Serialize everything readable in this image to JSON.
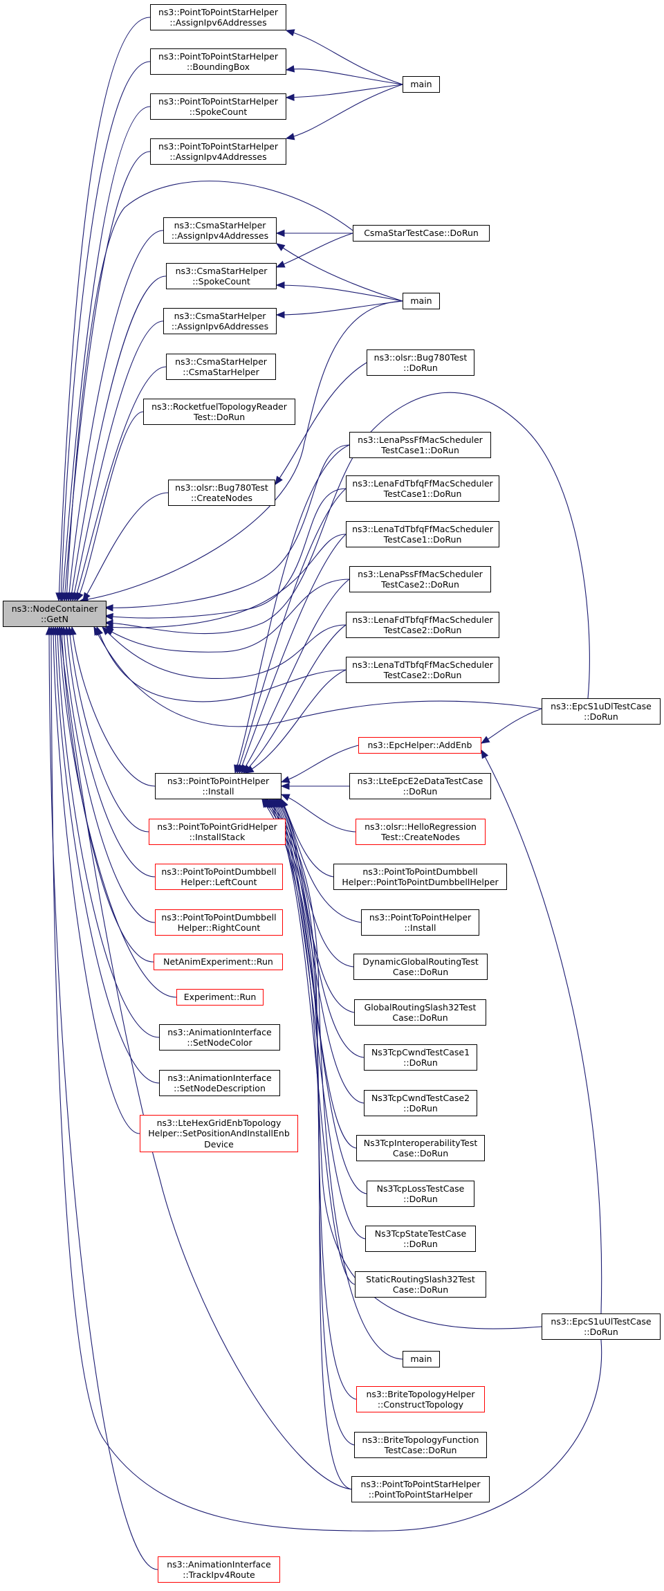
{
  "colors": {
    "edge": "#191970",
    "box_border": "#000000",
    "box_border_incomplete": "#ff0000",
    "root_fill": "#bfbfbf"
  },
  "nodes": [
    {
      "id": "getn",
      "lines": [
        "ns3::NodeContainer",
        "::GetN"
      ],
      "style": "root"
    },
    {
      "id": "p2pstar_ipv6",
      "lines": [
        "ns3::PointToPointStarHelper",
        "::AssignIpv6Addresses"
      ]
    },
    {
      "id": "p2pstar_bbox",
      "lines": [
        "ns3::PointToPointStarHelper",
        "::BoundingBox"
      ]
    },
    {
      "id": "p2pstar_spoke",
      "lines": [
        "ns3::PointToPointStarHelper",
        "::SpokeCount"
      ]
    },
    {
      "id": "p2pstar_ipv4",
      "lines": [
        "ns3::PointToPointStarHelper",
        "::AssignIpv4Addresses"
      ]
    },
    {
      "id": "csma_ipv4",
      "lines": [
        "ns3::CsmaStarHelper",
        "::AssignIpv4Addresses"
      ]
    },
    {
      "id": "csma_spoke",
      "lines": [
        "ns3::CsmaStarHelper",
        "::SpokeCount"
      ]
    },
    {
      "id": "csma_ipv6",
      "lines": [
        "ns3::CsmaStarHelper",
        "::AssignIpv6Addresses"
      ]
    },
    {
      "id": "csma_ctor",
      "lines": [
        "ns3::CsmaStarHelper",
        "::CsmaStarHelper"
      ]
    },
    {
      "id": "rocketfuel",
      "lines": [
        "ns3::RocketfuelTopologyReader",
        "Test::DoRun"
      ]
    },
    {
      "id": "olsr_create",
      "lines": [
        "ns3::olsr::Bug780Test",
        "::CreateNodes"
      ]
    },
    {
      "id": "p2p_install",
      "lines": [
        "ns3::PointToPointHelper",
        "::Install"
      ]
    },
    {
      "id": "grid_stack",
      "lines": [
        "ns3::PointToPointGridHelper",
        "::InstallStack"
      ],
      "style": "red"
    },
    {
      "id": "db_left",
      "lines": [
        "ns3::PointToPointDumbbell",
        "Helper::LeftCount"
      ],
      "style": "red"
    },
    {
      "id": "db_right",
      "lines": [
        "ns3::PointToPointDumbbell",
        "Helper::RightCount"
      ],
      "style": "red"
    },
    {
      "id": "netanim",
      "lines": [
        "NetAnimExperiment::Run"
      ],
      "style": "red"
    },
    {
      "id": "experiment",
      "lines": [
        "Experiment::Run"
      ],
      "style": "red"
    },
    {
      "id": "anim_color",
      "lines": [
        "ns3::AnimationInterface",
        "::SetNodeColor"
      ]
    },
    {
      "id": "anim_desc",
      "lines": [
        "ns3::AnimationInterface",
        "::SetNodeDescription"
      ]
    },
    {
      "id": "hexgrid",
      "lines": [
        "ns3::LteHexGridEnbTopology",
        "Helper::SetPositionAndInstallEnb",
        "Device"
      ],
      "style": "red"
    },
    {
      "id": "anim_track",
      "lines": [
        "ns3::AnimationInterface",
        "::TrackIpv4Route"
      ],
      "style": "red"
    },
    {
      "id": "main1",
      "lines": [
        "main"
      ]
    },
    {
      "id": "csma_test",
      "lines": [
        "CsmaStarTestCase::DoRun"
      ]
    },
    {
      "id": "main2",
      "lines": [
        "main"
      ]
    },
    {
      "id": "olsr_dorun",
      "lines": [
        "ns3::olsr::Bug780Test",
        "::DoRun"
      ]
    },
    {
      "id": "pss1",
      "lines": [
        "ns3::LenaPssFfMacScheduler",
        "TestCase1::DoRun"
      ]
    },
    {
      "id": "fd1",
      "lines": [
        "ns3::LenaFdTbfqFfMacScheduler",
        "TestCase1::DoRun"
      ]
    },
    {
      "id": "td1",
      "lines": [
        "ns3::LenaTdTbfqFfMacScheduler",
        "TestCase1::DoRun"
      ]
    },
    {
      "id": "pss2",
      "lines": [
        "ns3::LenaPssFfMacScheduler",
        "TestCase2::DoRun"
      ]
    },
    {
      "id": "fd2",
      "lines": [
        "ns3::LenaFdTbfqFfMacScheduler",
        "TestCase2::DoRun"
      ]
    },
    {
      "id": "td2",
      "lines": [
        "ns3::LenaTdTbfqFfMacScheduler",
        "TestCase2::DoRun"
      ]
    },
    {
      "id": "epc_addenb",
      "lines": [
        "ns3::EpcHelper::AddEnb"
      ],
      "style": "red"
    },
    {
      "id": "e2e",
      "lines": [
        "ns3::LteEpcE2eDataTestCase",
        "::DoRun"
      ]
    },
    {
      "id": "olsr_hello",
      "lines": [
        "ns3::olsr::HelloRegression",
        "Test::CreateNodes"
      ],
      "style": "red"
    },
    {
      "id": "db_ctor",
      "lines": [
        "ns3::PointToPointDumbbell",
        "Helper::PointToPointDumbbellHelper"
      ]
    },
    {
      "id": "p2p_install2",
      "lines": [
        "ns3::PointToPointHelper",
        "::Install"
      ]
    },
    {
      "id": "dyn_routing",
      "lines": [
        "DynamicGlobalRoutingTest",
        "Case::DoRun"
      ]
    },
    {
      "id": "glob_slash",
      "lines": [
        "GlobalRoutingSlash32Test",
        "Case::DoRun"
      ]
    },
    {
      "id": "tcp_cwnd1",
      "lines": [
        "Ns3TcpCwndTestCase1",
        "::DoRun"
      ]
    },
    {
      "id": "tcp_cwnd2",
      "lines": [
        "Ns3TcpCwndTestCase2",
        "::DoRun"
      ]
    },
    {
      "id": "tcp_interop",
      "lines": [
        "Ns3TcpInteroperabilityTest",
        "Case::DoRun"
      ]
    },
    {
      "id": "tcp_loss",
      "lines": [
        "Ns3TcpLossTestCase",
        "::DoRun"
      ]
    },
    {
      "id": "tcp_state",
      "lines": [
        "Ns3TcpStateTestCase",
        "::DoRun"
      ]
    },
    {
      "id": "static_slash",
      "lines": [
        "StaticRoutingSlash32Test",
        "Case::DoRun"
      ]
    },
    {
      "id": "main3",
      "lines": [
        "main"
      ]
    },
    {
      "id": "brite_construct",
      "lines": [
        "ns3::BriteTopologyHelper",
        "::ConstructTopology"
      ],
      "style": "red"
    },
    {
      "id": "brite_test",
      "lines": [
        "ns3::BriteTopologyFunction",
        "TestCase::DoRun"
      ]
    },
    {
      "id": "p2pstar_ctor",
      "lines": [
        "ns3::PointToPointStarHelper",
        "::PointToPointStarHelper"
      ]
    },
    {
      "id": "epc_dl",
      "lines": [
        "ns3::EpcS1uDlTestCase",
        "::DoRun"
      ]
    },
    {
      "id": "epc_ul",
      "lines": [
        "ns3::EpcS1uUlTestCase",
        "::DoRun"
      ]
    }
  ]
}
